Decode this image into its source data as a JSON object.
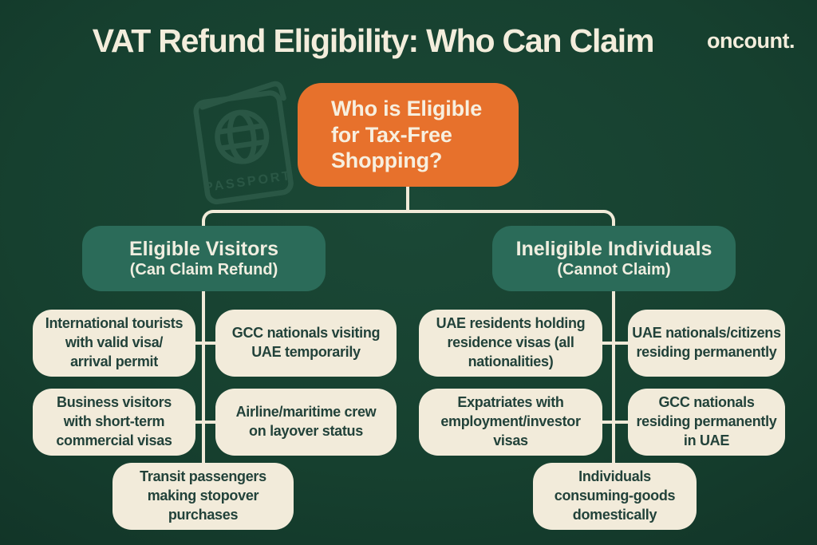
{
  "page": {
    "title": "VAT Refund Eligibility: Who Can Claim",
    "brand": "oncount."
  },
  "passport": {
    "label": "PASSPORT"
  },
  "root": {
    "label": "Who is Eligible\nfor Tax-Free\nShopping?"
  },
  "branches": [
    {
      "title": "Eligible Visitors",
      "subtitle": "(Can Claim Refund)",
      "items": [
        {
          "text": "International tourists\nwith valid visa/\narrival permit"
        },
        {
          "text": "GCC nationals visiting\nUAE temporarily"
        },
        {
          "text": "Business visitors\nwith short-term\ncommercial visas"
        },
        {
          "text": "Airline/maritime crew\non layover status"
        },
        {
          "text": "Transit passengers\nmaking stopover\npurchases"
        }
      ]
    },
    {
      "title": "Ineligible Individuals",
      "subtitle": "(Cannot Claim)",
      "items": [
        {
          "text": "UAE residents holding\nresidence visas (all\nnationalities)"
        },
        {
          "text": "UAE nationals/citizens\nresiding permanently"
        },
        {
          "text": "Expatriates with\nemployment/investor visas"
        },
        {
          "text": "GCC nationals\nresiding permanently\nin UAE"
        },
        {
          "text": "Individuals\nconsuming-goods\ndomestically"
        }
      ]
    }
  ],
  "colors": {
    "background": "#16402F",
    "accent_orange": "#E7712C",
    "branch_green": "#2B6B59",
    "card_cream": "#F2EBDA",
    "line_cream": "#F0EAD8",
    "text_dark": "#22423A",
    "text_cream": "#F3EDDC",
    "watermark_green": "#2E5B49"
  }
}
